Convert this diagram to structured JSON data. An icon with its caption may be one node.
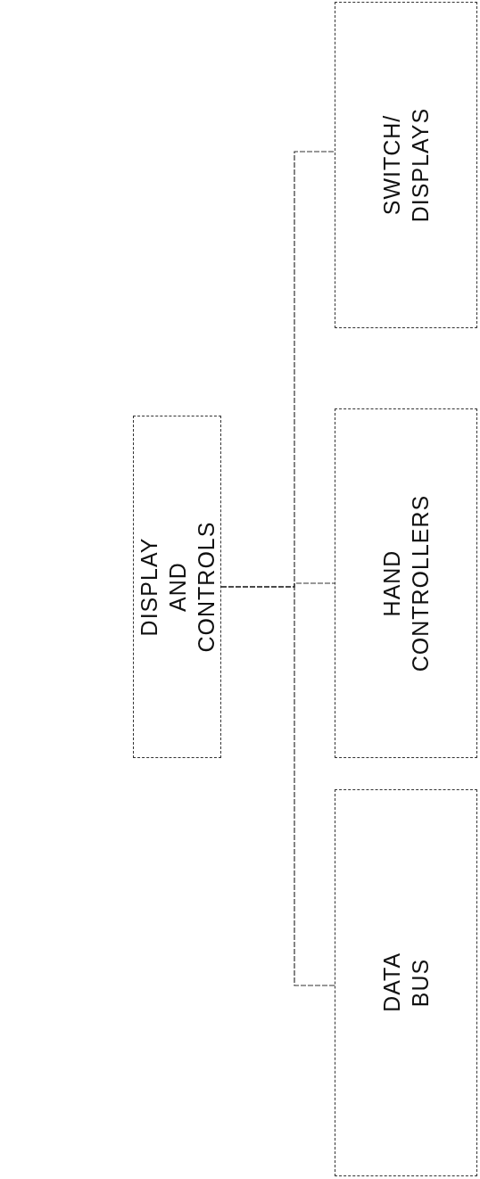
{
  "diagram": {
    "nodes": [
      {
        "text": [
          "DISPLAY AND CONTROLS"
        ]
      },
      {
        "text": [
          "DATA BUS"
        ]
      },
      {
        "text": [
          "HAND CONTROLLERS"
        ]
      },
      {
        "text": [
          "SWITCH/ DISPLAYS"
        ]
      }
    ],
    "edges": [
      {
        "from": 0,
        "to": 1,
        "arrow": "none"
      },
      {
        "from": 0,
        "to": 2,
        "arrow": "none"
      },
      {
        "from": 0,
        "to": 3,
        "arrow": "none"
      }
    ]
  }
}
